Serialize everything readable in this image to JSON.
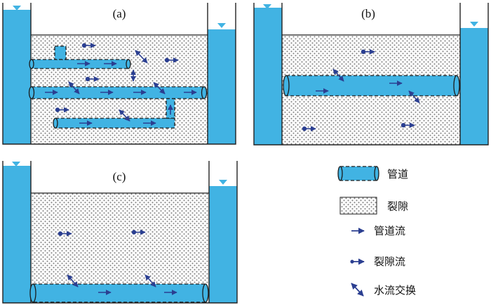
{
  "panels": [
    {
      "id": "a",
      "label": "(a)"
    },
    {
      "id": "b",
      "label": "(b)"
    },
    {
      "id": "c",
      "label": "(c)"
    }
  ],
  "legend": {
    "conduit": "管道",
    "fracture": "裂隙",
    "conduit_flow": "管道流",
    "fracture_flow": "裂隙流",
    "water_exchange": "水流交换"
  },
  "colors": {
    "water": "#41b3e3",
    "water_stroke": "#1a1a1a",
    "arrow": "#2b3f91",
    "fracture_dot": "#8a8a8a"
  },
  "icons": {
    "water_level": "inverted-triangle-icon",
    "conduit_flow": "arrow-icon",
    "fracture_flow": "dot-arrow-icon",
    "water_exchange": "double-arrow-icon"
  }
}
